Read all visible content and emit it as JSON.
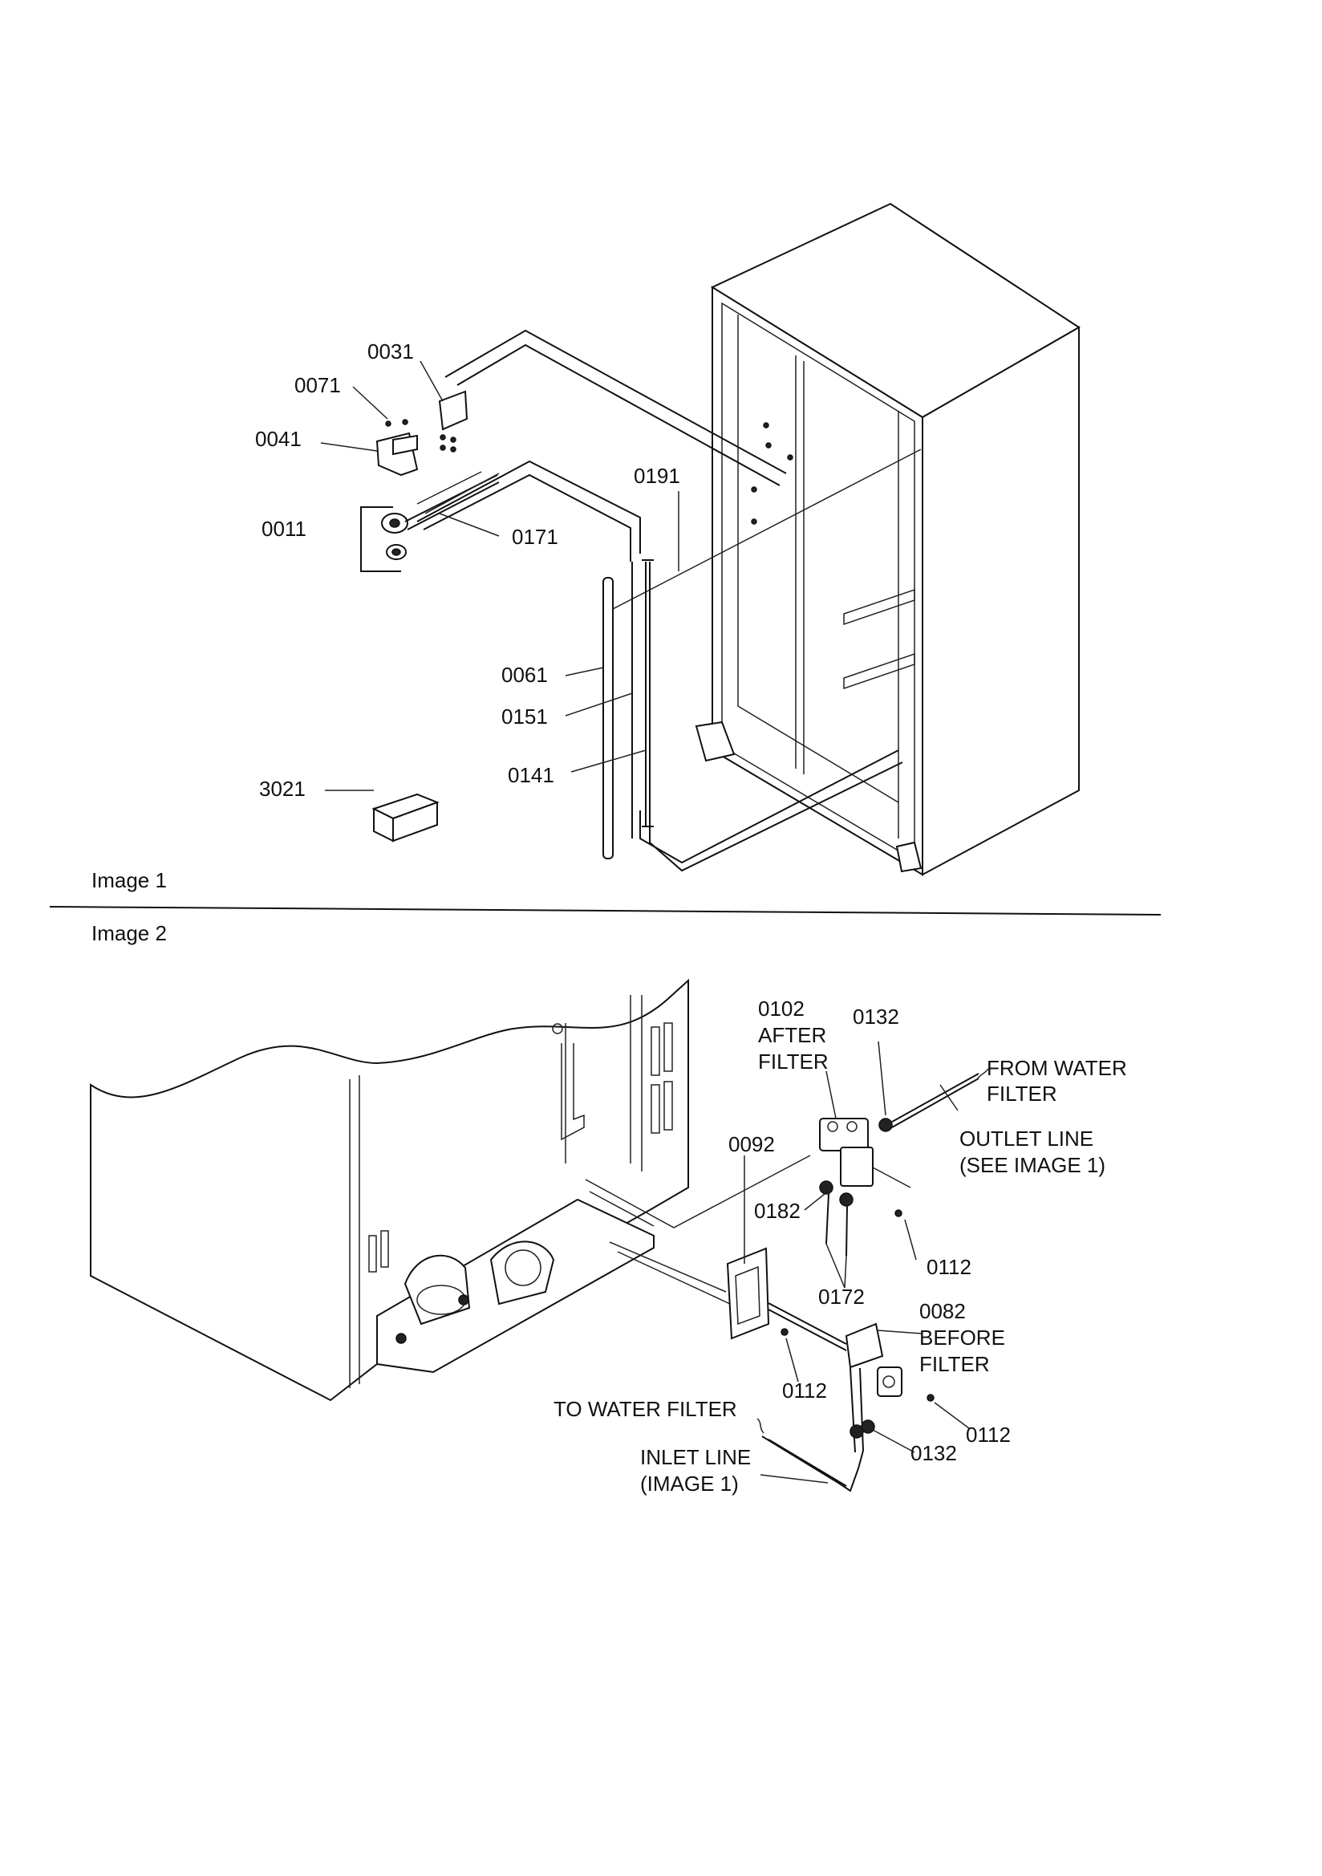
{
  "image1": {
    "caption": "Image 1",
    "callouts": {
      "c0031": "0031",
      "c0071": "0071",
      "c0041": "0041",
      "c0011": "0011",
      "c0171": "0171",
      "c0191": "0191",
      "c0061": "0061",
      "c0151": "0151",
      "c0141": "0141",
      "c3021": "3021"
    }
  },
  "image2": {
    "caption": "Image 2",
    "callouts": {
      "c0102": "0102",
      "after": "AFTER",
      "filter1": "FILTER",
      "c0132a": "0132",
      "from_water": "FROM WATER",
      "filter2": "FILTER",
      "outlet_line": "OUTLET LINE",
      "see_image1": "(SEE IMAGE 1)",
      "c0092": "0092",
      "c0182": "0182",
      "c0112a": "0112",
      "c0172": "0172",
      "c0082": "0082",
      "before": "BEFORE",
      "filter3": "FILTER",
      "c0112b": "0112",
      "c0112c": "0112",
      "c0132b": "0132",
      "to_water_filter": "TO WATER FILTER",
      "inlet_line": "INLET LINE",
      "image1_ref": "(IMAGE 1)"
    }
  }
}
